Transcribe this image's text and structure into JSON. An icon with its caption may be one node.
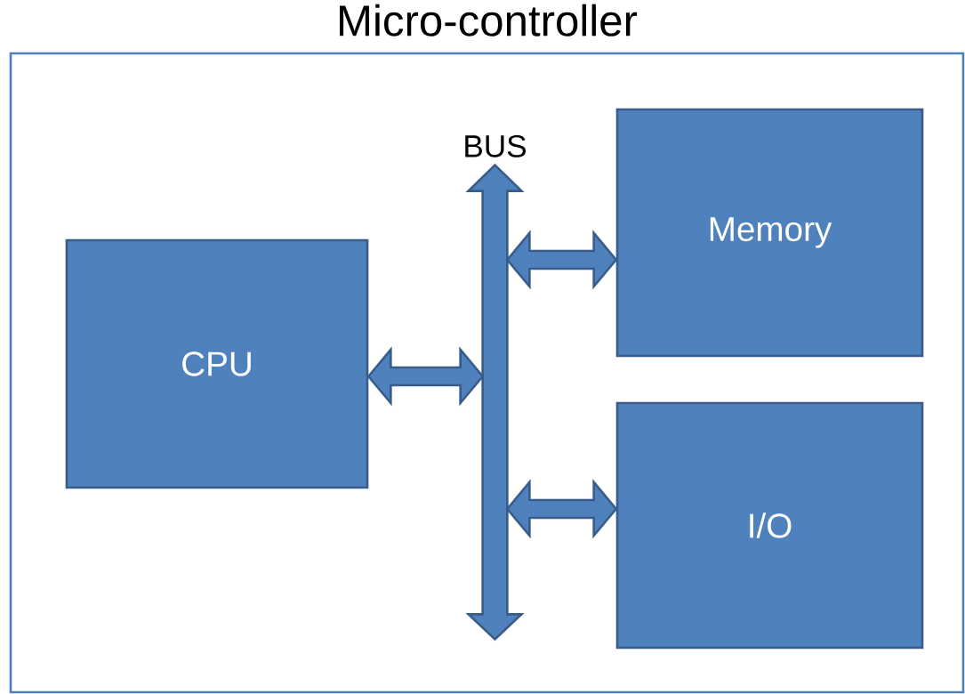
{
  "diagram": {
    "nodes": [
      {
        "text": [
          "Micro-controller"
        ]
      },
      {
        "text": [
          "CPU"
        ],
        "in": 0
      },
      {
        "text": [
          "BUS"
        ],
        "in": 0
      },
      {
        "text": [
          "Memory"
        ],
        "in": 0
      },
      {
        "text": [
          "I/O"
        ],
        "in": 0
      }
    ],
    "edges": [
      {
        "from": 1,
        "to": 2,
        "arrow": "both",
        "style": "thick"
      },
      {
        "from": 2,
        "to": 3,
        "arrow": "both",
        "style": "thick"
      },
      {
        "from": 2,
        "to": 4,
        "arrow": "both",
        "style": "thick"
      }
    ]
  }
}
